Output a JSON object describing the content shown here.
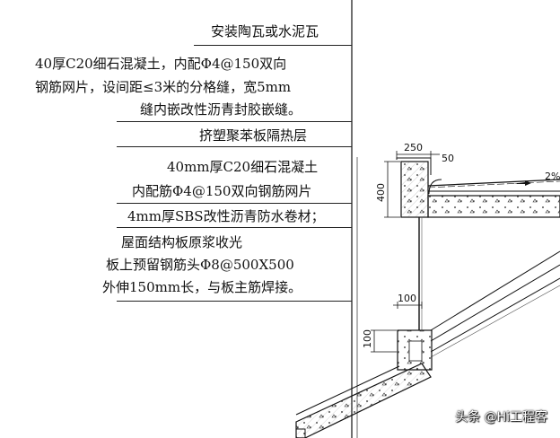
{
  "layers": [
    {
      "id": "tile",
      "lines": [
        "安装陶瓦或水泥瓦"
      ]
    },
    {
      "id": "screed",
      "lines": [
        "40厚C20细石混凝土，内配Φ4@150双向",
        "钢筋网片，设间距≤3米的分格缝，宽5mm",
        "缝内嵌改性沥青封胶嵌缝。"
      ]
    },
    {
      "id": "insulation",
      "lines": [
        "挤塑聚苯板隔热层"
      ]
    },
    {
      "id": "gutter-concrete",
      "lines": [
        "40mm厚C20细石混凝土",
        "内配筋Φ4@150双向钢筋网片"
      ]
    },
    {
      "id": "membrane",
      "lines": [
        "4mm厚SBS改性沥青防水卷材；"
      ]
    },
    {
      "id": "slab",
      "lines": [
        "屋面结构板原浆收光",
        "板上预留钢筋头Φ8@500X500",
        "外伸150mm长，与板主筋焊接。"
      ]
    }
  ],
  "dimensions": {
    "top_width": "250",
    "top_offset": "50",
    "top_height": "400",
    "slope": "2%",
    "bottom_width": "100",
    "bottom_height": "100"
  },
  "watermark": "头条 @Hi工程客"
}
